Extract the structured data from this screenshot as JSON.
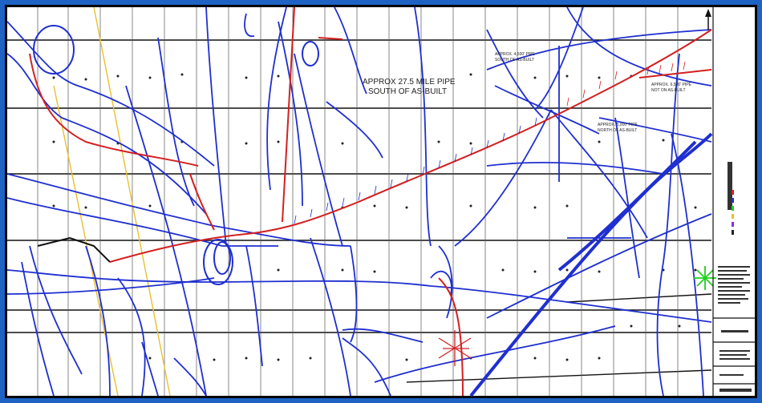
{
  "annotations": {
    "main_note_line1": "APPROX 27.5 MILE PIPE",
    "main_note_line2": "SOUTH OF AS-BUILT",
    "note_a_line1": "APPROX. 4,500' PIPE",
    "note_a_line2": "SOUTH OF AS-BUILT",
    "note_b_line1": "APPROX. 5,000' PIPE",
    "note_b_line2": "NORTH OF AS-BUILT",
    "note_c_line1": "APPROX. 6,500' PIPE",
    "note_c_line2": "NOT ON AS-BUILT"
  },
  "colors": {
    "frame": "#1e63c4",
    "pipeline_blue": "#1f2fd0",
    "proposed_red": "#d42020",
    "highlight_yellow": "#e8c030",
    "grid_black": "#111111",
    "marker_green": "#1fd01f"
  },
  "title_block": {
    "label": "title-block"
  }
}
